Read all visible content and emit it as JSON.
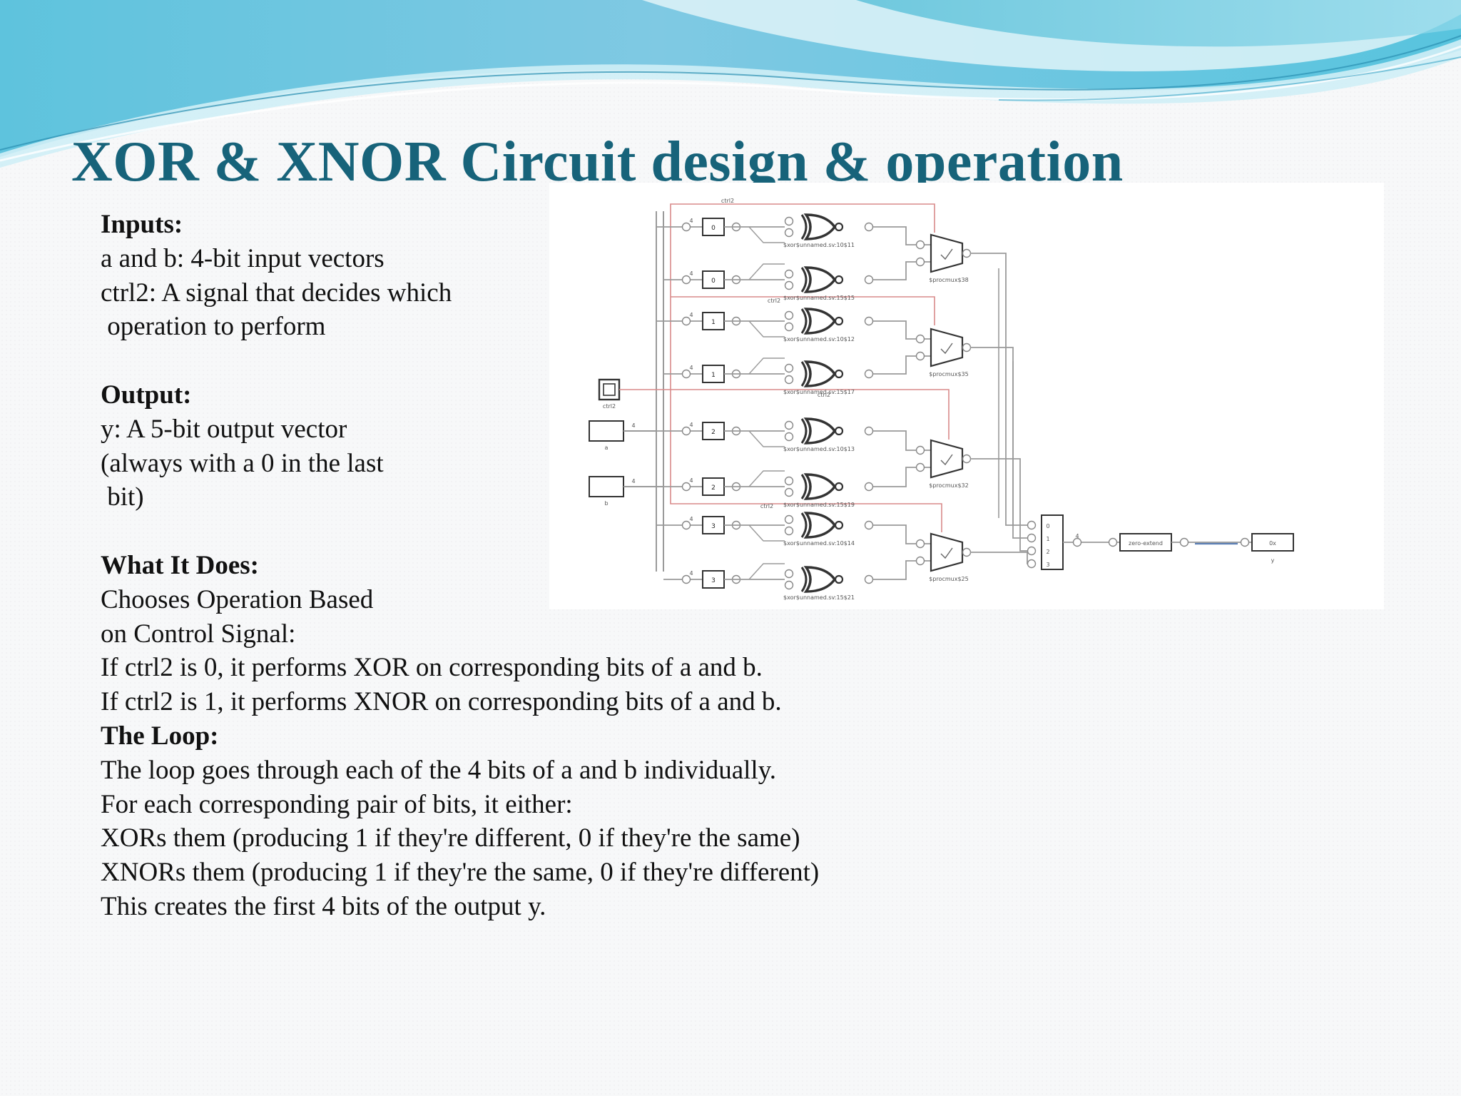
{
  "slide": {
    "title": "XOR & XNOR Circuit design & operation"
  },
  "body": {
    "inputs_heading": "Inputs:",
    "inputs_line1": "a and b: 4-bit input vectors",
    "inputs_line2": "ctrl2: A signal that decides which",
    "inputs_line3": " operation to perform",
    "output_heading": "Output:",
    "output_line1": "y: A 5-bit output vector",
    "output_line2": "(always with a 0 in the last",
    "output_line3": " bit)",
    "what_heading": "What It Does:",
    "what_line1": "Chooses Operation Based",
    "what_line2": "on Control Signal:",
    "what_line3": "If ctrl2 is 0, it performs XOR on corresponding bits of a and b.",
    "what_line4": "If ctrl2 is 1, it performs XNOR on corresponding bits of a and b.",
    "loop_heading": "The Loop:",
    "loop_line1": "The loop goes through each of the 4 bits of a and b individually.",
    "loop_line2": "For each corresponding pair of bits, it either:",
    "loop_line3": "XORs them (producing 1 if they're different, 0 if they're the same)",
    "loop_line4": "XNORs them (producing 1 if they're the same, 0 if they're different)",
    "loop_line5": "This creates the first 4 bits of the output y."
  },
  "diagram": {
    "ctrl_label": "ctrl2",
    "input_a_label": "a",
    "input_b_label": "b",
    "bus_width": "4",
    "select_indices": [
      "0",
      "1",
      "2",
      "3"
    ],
    "bit_indices": [
      "0",
      "0",
      "1",
      "1",
      "2",
      "2",
      "3",
      "3"
    ],
    "gate_labels": [
      "$xor$unnamed.sv:10$11",
      "$xor$unnamed.sv:15$15",
      "$xor$unnamed.sv:10$12",
      "$xor$unnamed.sv:15$17",
      "$xor$unnamed.sv:10$13",
      "$xor$unnamed.sv:15$19",
      "$xor$unnamed.sv:10$14",
      "$xor$unnamed.sv:15$21"
    ],
    "mux_labels": [
      "$procmux$38",
      "$procmux$35",
      "$procmux$32",
      "$procmux$25"
    ],
    "zero_extend_label": "zero-extend",
    "output_const": "0x",
    "output_label": "y",
    "colors": {
      "wire": "#9a9a9a",
      "ctrl_wire": "#d98a8a",
      "box": "#333333"
    }
  }
}
